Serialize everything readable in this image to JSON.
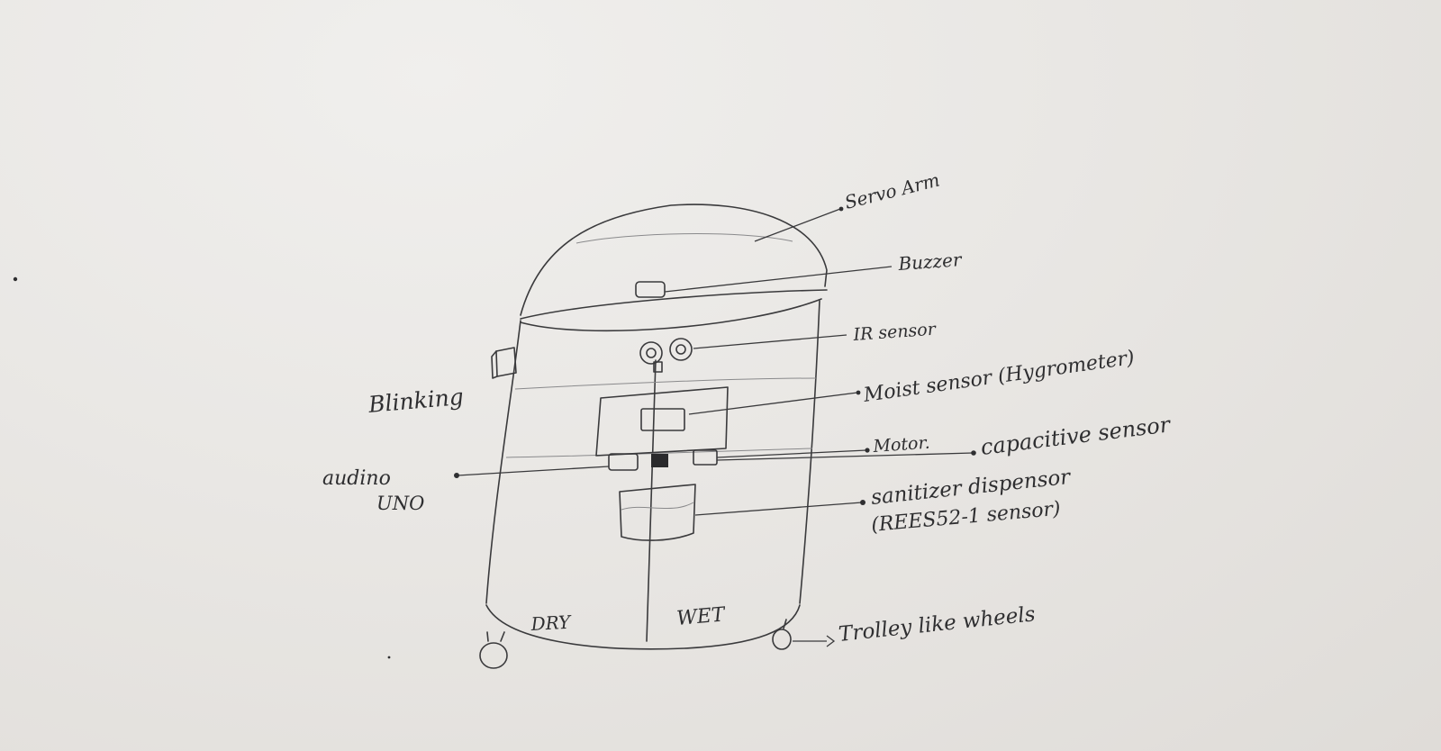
{
  "labels": {
    "servo_arm": "Servo Arm",
    "buzzer": "Buzzer",
    "ir_sensor": "IR sensor",
    "moist_sensor": "Moist sensor (Hygrometer)",
    "motor": "Motor.",
    "capacitive_sensor": "capacitive sensor",
    "sanitizer_line1": "sanitizer dispensor",
    "sanitizer_line2": "(REES52-1 sensor)",
    "trolley_wheels": "Trolley like wheels",
    "blinking": "Blinking",
    "arduino_line1": "audino",
    "arduino_line2": "UNO",
    "dry": "DRY",
    "wet": "WET"
  }
}
